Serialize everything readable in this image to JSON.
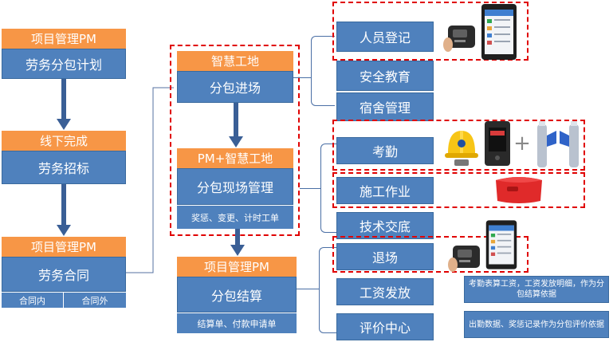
{
  "left_column": {
    "plan": {
      "header": "项目管理PM",
      "body": "劳务分包计划"
    },
    "bidding": {
      "header": "线下完成",
      "body": "劳务招标"
    },
    "contract": {
      "header": "项目管理PM",
      "body": "劳务合同",
      "sub_left": "合同内",
      "sub_right": "合同外"
    }
  },
  "middle_column": {
    "entry": {
      "header": "智慧工地",
      "body": "分包进场"
    },
    "onsite": {
      "header": "PM+智慧工地",
      "body": "分包现场管理",
      "sub": "奖惩、变更、计时工单"
    },
    "settlement": {
      "header": "项目管理PM",
      "body": "分包结算",
      "sub": "结算单、付款申请单"
    }
  },
  "right_items": [
    {
      "label": "人员登记"
    },
    {
      "label": "安全教育"
    },
    {
      "label": "宿舍管理"
    },
    {
      "label": "考勤"
    },
    {
      "label": "施工作业"
    },
    {
      "label": "技术交底"
    },
    {
      "label": "退场"
    },
    {
      "label": "工资发放"
    },
    {
      "label": "评价中心"
    }
  ],
  "notes": {
    "wage": "考勤表算工资，工资发放明细，作为分包结算依据",
    "evaluation": "出勤数据、奖惩记录作为分包评价依据"
  },
  "devices": {
    "registration": [
      "id-card-reader-icon",
      "tablet-terminal-icon"
    ],
    "attendance": [
      "safety-helmet-icon",
      "face-recognition-terminal-icon",
      "turnstile-gate-icon"
    ],
    "attendance_plus": "+",
    "construction": [
      "red-sensor-box-icon"
    ],
    "exit": [
      "id-card-reader-icon",
      "tablet-terminal-icon"
    ]
  },
  "colors": {
    "orange": "#f79646",
    "blue": "#4f81bd",
    "dash_red": "#e00000",
    "arrow": "#3a5f96"
  }
}
